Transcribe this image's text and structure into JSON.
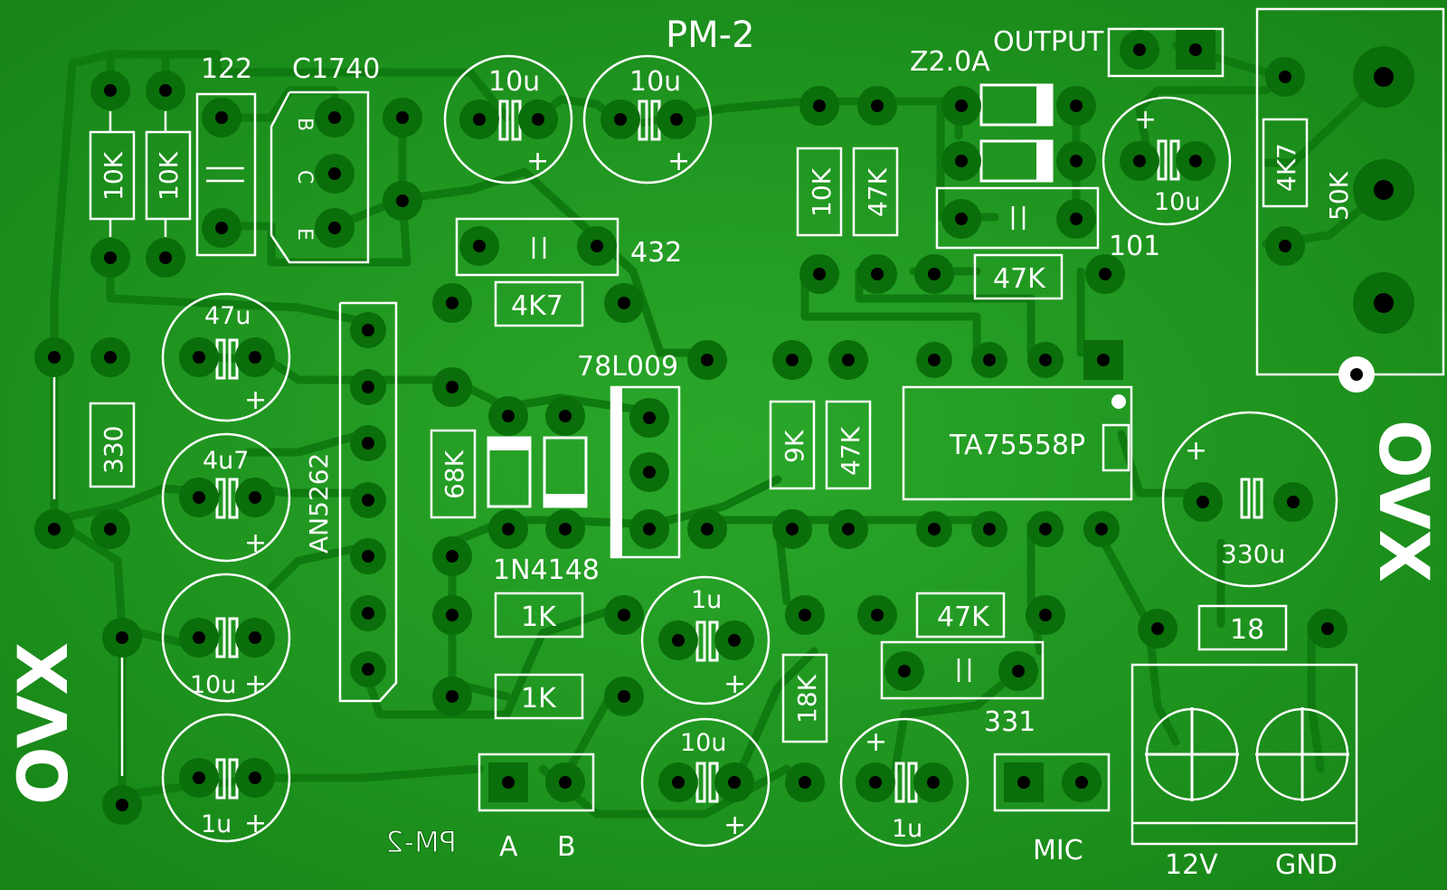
{
  "board": {
    "title": "PM-2",
    "mirrored_title": "PM-2",
    "brand_left": "OVX",
    "brand_right": "OVX",
    "colors": {
      "board": "#1f8f1f",
      "copper": "#149514",
      "pad": "#0a6e0a",
      "hole": "#000000",
      "silk": "#ffffff"
    }
  },
  "labels": {
    "r1": "10K",
    "r2": "10K",
    "c122": "122",
    "q1": "C1740",
    "q1_b": "B",
    "q1_c": "C",
    "q1_e": "E",
    "c10u_a": "10u",
    "c10u_b": "10u",
    "c432": "432",
    "r4k7_mid": "4K7",
    "c47u": "47u",
    "c4u7": "4u7",
    "c10u_c": "10u",
    "c1u_a": "1u",
    "r330": "330",
    "ic_an": "AN5262",
    "r68k": "68K",
    "reg": "78L009",
    "diode": "1N4148",
    "r1k_a": "1K",
    "r1k_b": "1K",
    "c1u_b": "1u",
    "c10u_d": "10u",
    "r9k": "9K",
    "r47k_b": "47K",
    "ic_ta": "TA75558P",
    "r10k_c": "10K",
    "r47k_a": "47K",
    "zener": "Z2.0A",
    "output": "OUTPUT",
    "c101": "101",
    "r47k_c": "47K",
    "c10u_e": "10u",
    "r4k7_right": "4K7",
    "pot": "50K",
    "c330u": "330u",
    "r18": "18",
    "r47k_d": "47K",
    "c331": "331",
    "r18k": "18K",
    "c1u_c": "1u",
    "mic": "MIC",
    "a": "A",
    "b": "B",
    "v12": "12V",
    "gnd": "GND",
    "plus": "+"
  }
}
